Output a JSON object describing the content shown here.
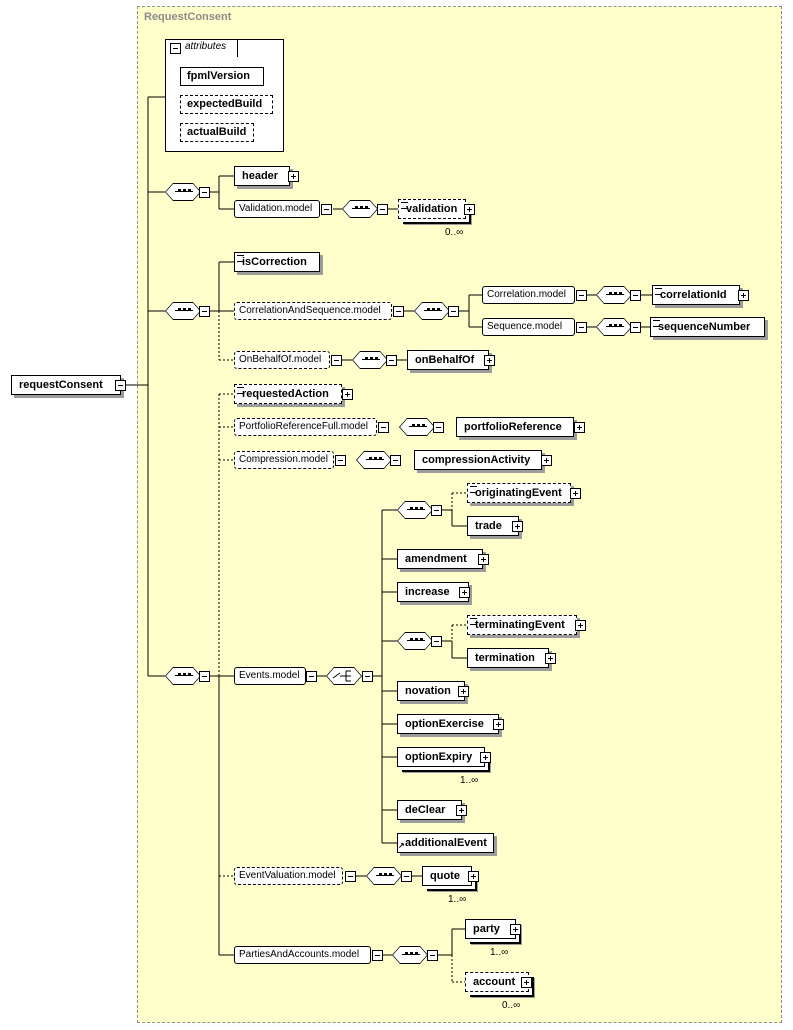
{
  "type_name": "RequestConsent",
  "root": "requestConsent",
  "attributes_label": "attributes",
  "attributes": [
    "fpmlVersion",
    "expectedBuild",
    "actualBuild"
  ],
  "elements": {
    "header": "header",
    "validation_model": "Validation.model",
    "validation": "validation",
    "is_correction": "isCorrection",
    "correlation_and_sequence_model": "CorrelationAndSequence.model",
    "correlation_model": "Correlation.model",
    "correlation_id": "correlationId",
    "sequence_model": "Sequence.model",
    "sequence_number": "sequenceNumber",
    "on_behalf_of_model": "OnBehalfOf.model",
    "on_behalf_of": "onBehalfOf",
    "requested_action": "requestedAction",
    "portfolio_reference_full_model": "PortfolioReferenceFull.model",
    "portfolio_reference": "portfolioReference",
    "compression_model": "Compression.model",
    "compression_activity": "compressionActivity",
    "events_model": "Events.model",
    "originating_event": "originatingEvent",
    "trade": "trade",
    "amendment": "amendment",
    "increase": "increase",
    "terminating_event": "terminatingEvent",
    "termination": "termination",
    "novation": "novation",
    "option_exercise": "optionExercise",
    "option_expiry": "optionExpiry",
    "de_clear": "deClear",
    "additional_event": "additionalEvent",
    "event_valuation_model": "EventValuation.model",
    "quote": "quote",
    "parties_and_accounts_model": "PartiesAndAccounts.model",
    "party": "party",
    "account": "account"
  },
  "cardinalities": {
    "validation": "0..∞",
    "option_expiry": "1..∞",
    "quote": "1..∞",
    "party": "1..∞",
    "account": "0..∞"
  }
}
